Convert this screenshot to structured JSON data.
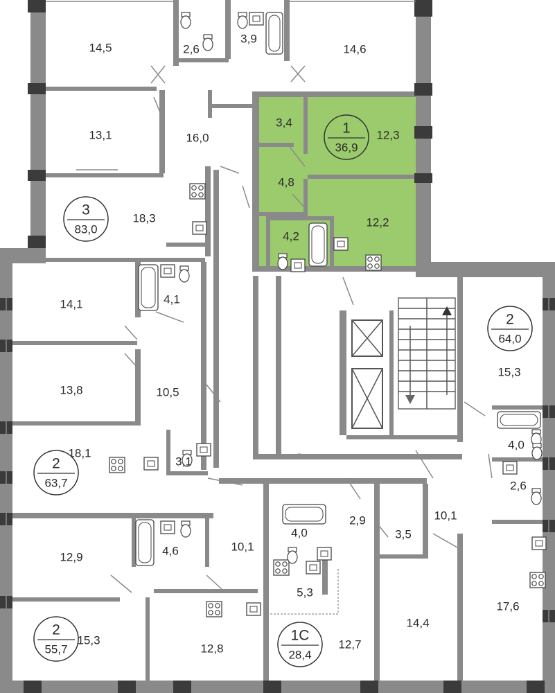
{
  "colors": {
    "highlight": "#9ccb6e",
    "wall": "#8a8a8a",
    "window": "#3b3b3b",
    "text": "#2b2b2b"
  },
  "apartments": [
    {
      "id": "apt-1",
      "rooms_count": "1",
      "total_area": "36,9",
      "highlighted": true
    },
    {
      "id": "apt-3",
      "rooms_count": "3",
      "total_area": "83,0",
      "highlighted": false
    },
    {
      "id": "apt-2a",
      "rooms_count": "2",
      "total_area": "64,0",
      "highlighted": false
    },
    {
      "id": "apt-2b",
      "rooms_count": "2",
      "total_area": "63,7",
      "highlighted": false
    },
    {
      "id": "apt-2c",
      "rooms_count": "2",
      "total_area": "55,7",
      "highlighted": false
    },
    {
      "id": "apt-1c",
      "rooms_count": "1С",
      "total_area": "28,4",
      "highlighted": false
    }
  ],
  "rooms": [
    "14,5",
    "2,6",
    "3,9",
    "14,6",
    "13,1",
    "16,0",
    "18,3",
    "3,4",
    "12,3",
    "4,8",
    "4,2",
    "12,2",
    "14,1",
    "4,1",
    "13,8",
    "10,5",
    "3,1",
    "18,1",
    "15,3",
    "4,0",
    "10,1",
    "2,6",
    "17,6",
    "12,9",
    "4,6",
    "10,1",
    "2,9",
    "4,0",
    "3,5",
    "5,3",
    "15,3",
    "12,8",
    "12,7",
    "14,4"
  ],
  "icons": [
    "stair-arrow-up-icon",
    "stair-arrow-down-icon",
    "elevator-icon",
    "stove-icon",
    "sink-icon",
    "toilet-icon",
    "bathtub-icon"
  ]
}
